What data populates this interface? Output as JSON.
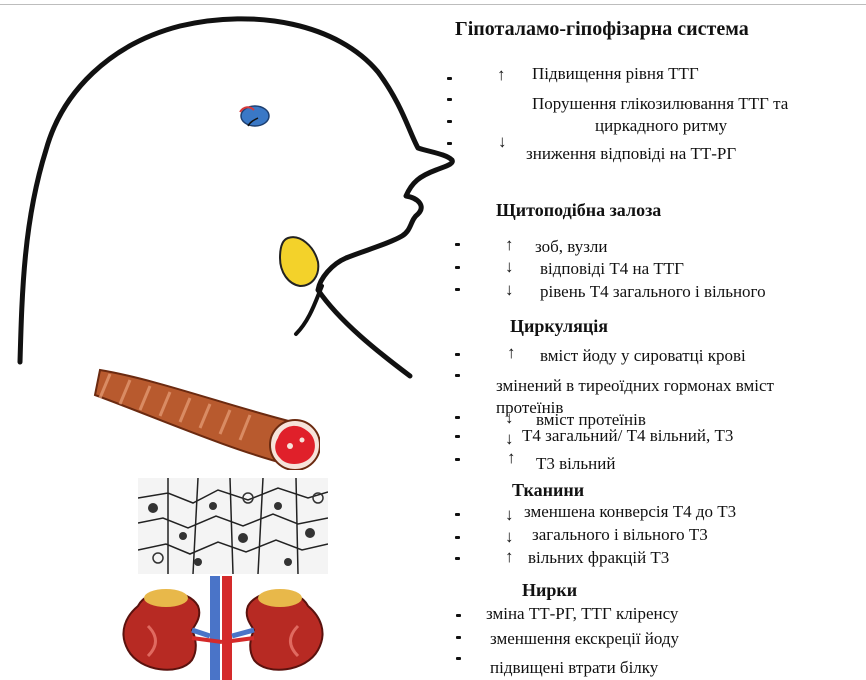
{
  "colors": {
    "brain_blue": "#3a78c6",
    "thyroid_yellow": "#f3d22a",
    "vessel_brown": "#b85a2e",
    "vessel_red": "#e0202a",
    "kidney_red": "#b72a23",
    "vein_blue": "#4a74c8"
  },
  "sections": {
    "hypothalamus": {
      "title": "Гіпоталамо-гіпофізарна система",
      "items": [
        {
          "arrow": "up",
          "text": "Підвищення рівня ТТГ"
        },
        {
          "arrow": "none",
          "text": "Порушення глікозилювання ТТГ та"
        },
        {
          "arrow": "none",
          "text": "циркадного ритму"
        },
        {
          "arrow": "down",
          "text": "зниження відповіді на ТТ-РГ"
        }
      ]
    },
    "thyroid": {
      "title": "Щитоподібна залоза",
      "items": [
        {
          "arrow": "up",
          "text": "зоб, вузли"
        },
        {
          "arrow": "down",
          "text": "відповіді Т4 на ТТГ"
        },
        {
          "arrow": "down",
          "text": "рівень Т4 загального і вільного"
        }
      ]
    },
    "circulation": {
      "title": "Циркуляція",
      "items": [
        {
          "arrow": "up",
          "text": "вміст йоду у сироватці крові"
        },
        {
          "arrow": "none",
          "text": "змінений в тиреоїдних гормонах вміст"
        },
        {
          "arrow": "none",
          "text": "протеїнів"
        },
        {
          "arrow": "down",
          "text": "вміст протеїнів"
        },
        {
          "arrow": "down",
          "text": "Т4 загальний/ Т4 вільний, Т3"
        },
        {
          "arrow": "up",
          "text": "Т3 вільний"
        }
      ]
    },
    "tissues": {
      "title": "Тканини",
      "items": [
        {
          "arrow": "down",
          "text": "зменшена конверсія Т4 до Т3"
        },
        {
          "arrow": "down",
          "text": "загального і вільного Т3"
        },
        {
          "arrow": "up",
          "text": "вільних фракцій Т3"
        }
      ]
    },
    "kidneys": {
      "title": "Нирки",
      "items": [
        {
          "arrow": "none",
          "text": "зміна ТТ-РГ, ТТГ кліренсу"
        },
        {
          "arrow": "none",
          "text": "зменшення екскреції йоду"
        },
        {
          "arrow": "none",
          "text": "підвищені втрати білку"
        }
      ]
    }
  }
}
